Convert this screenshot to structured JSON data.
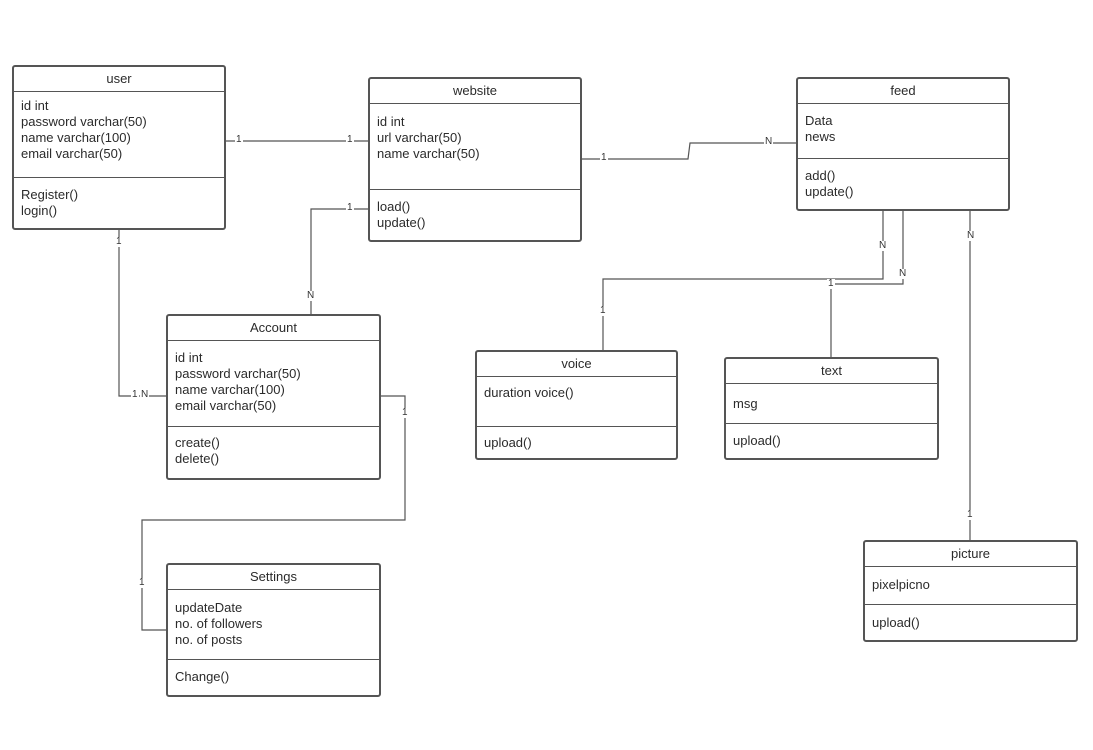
{
  "classes": {
    "user": {
      "name": "user",
      "attributes": [
        "id int",
        "password varchar(50)",
        "name varchar(100)",
        "email varchar(50)"
      ],
      "methods": [
        "Register()",
        "login()"
      ]
    },
    "website": {
      "name": "website",
      "attributes": [
        "id int",
        "url varchar(50)",
        "name varchar(50)"
      ],
      "methods": [
        "load()",
        "update()"
      ]
    },
    "feed": {
      "name": "feed",
      "attributes": [
        "Data",
        "news"
      ],
      "methods": [
        "add()",
        "update()"
      ]
    },
    "account": {
      "name": "Account",
      "attributes": [
        "id int",
        "password varchar(50)",
        "name varchar(100)",
        "email varchar(50)"
      ],
      "methods": [
        "create()",
        "delete()"
      ]
    },
    "voice": {
      "name": "voice",
      "attributes": [
        "duration voice()"
      ],
      "methods": [
        "upload()"
      ]
    },
    "text": {
      "name": "text",
      "attributes": [
        "msg"
      ],
      "methods": [
        "upload()"
      ]
    },
    "settings": {
      "name": "Settings",
      "attributes": [
        "updateDate",
        "no. of followers",
        "no. of posts"
      ],
      "methods": [
        "Change()"
      ]
    },
    "picture": {
      "name": "picture",
      "attributes": [
        "pixelpicno"
      ],
      "methods": [
        "upload()"
      ]
    }
  },
  "relations": {
    "user_website": {
      "from": "1",
      "to": "1"
    },
    "website_feed": {
      "from": "1",
      "to": "N"
    },
    "website_account": {
      "from": "1",
      "to": "N"
    },
    "user_account": {
      "from": "1",
      "to": "N"
    },
    "account_settings": {
      "from": "1",
      "to": "1"
    },
    "feed_voice": {
      "from": "N",
      "to": "1"
    },
    "feed_text": {
      "from": "N",
      "to": "1"
    },
    "feed_picture": {
      "from": "N",
      "to": "1"
    }
  }
}
